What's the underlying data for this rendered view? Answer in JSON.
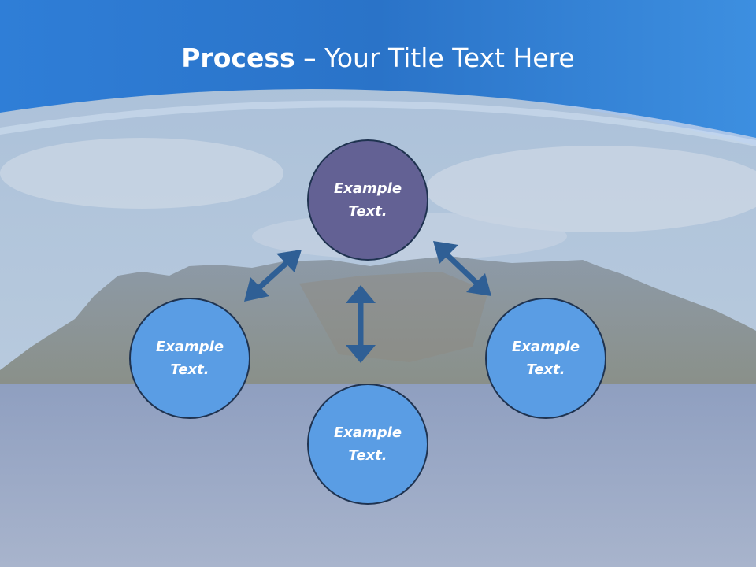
{
  "slide": {
    "title_strong": "Process",
    "title_rest": " – Your Title Text Here"
  },
  "nodes": {
    "top": "Example\nText.",
    "left": "Example\nText.",
    "bottom": "Example\nText.",
    "right": "Example\nText."
  },
  "colors": {
    "header_blue": "#2f7fd6",
    "top_node": "#636194",
    "side_nodes": "#5a9de4",
    "arrow": "#2f5f95",
    "node_border": "#1f3350"
  }
}
